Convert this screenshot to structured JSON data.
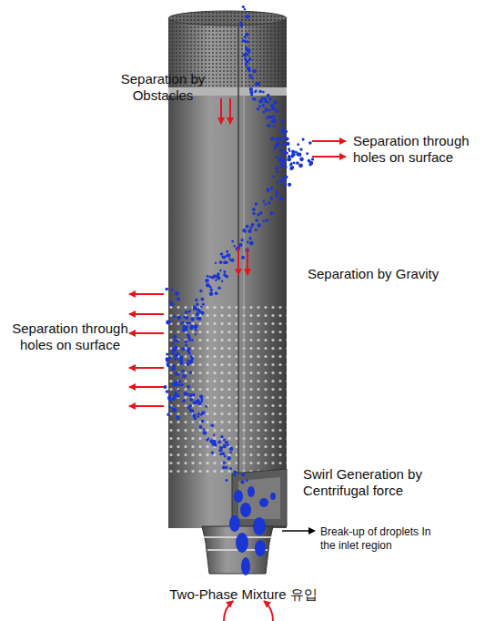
{
  "diagram": {
    "labels": [
      "Separation by Obstacles",
      "Separation through holes on surface",
      "Separation by Gravity",
      "Separation through holes on surface",
      "Swirl Generation by Centrifugal force",
      "Break-up of droplets In the inlet region",
      "Two-Phase Mixture 유입"
    ]
  }
}
